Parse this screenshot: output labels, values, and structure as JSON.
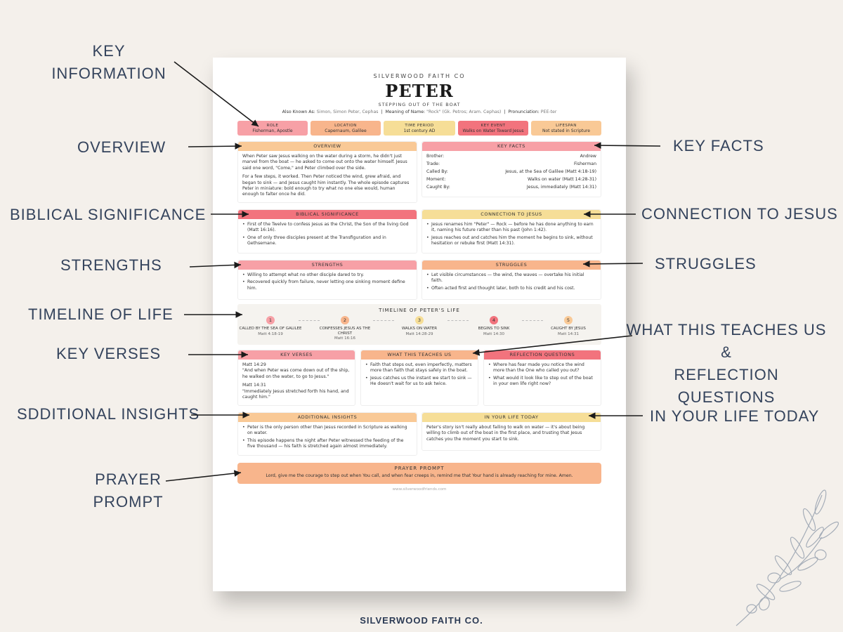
{
  "callouts": {
    "key_information_1": "KEY",
    "key_information_2": "INFORMATION",
    "overview": "OVERVIEW",
    "biblical_significance": "BIBLICAL SIGNIFICANCE",
    "strengths": "STRENGTHS",
    "timeline": "TIMELINE OF LIFE",
    "key_verses": "KEY VERSES",
    "additional_insights": "SDDITIONAL INSIGHTS",
    "prayer_1": "PRAYER",
    "prayer_2": "PROMPT",
    "key_facts": "KEY FACTS",
    "connection": "CONNECTION TO JESUS",
    "struggles": "STRUGGLES",
    "teaches_1": "WHAT THIS TEACHES US",
    "teaches_2": "&",
    "teaches_3": "REFLECTION QUESTIONS",
    "life_today": "IN YOUR LIFE TODAY"
  },
  "sheet": {
    "brand": "SILVERWOOD FAITH CO",
    "title": "PETER",
    "subtitle": "STEPPING OUT OF THE BOAT",
    "aka_label": "Also Known As:",
    "aka_value": "Simon, Simon Peter, Cephas",
    "sep": "|",
    "meaning_label": "Meaning of Name:",
    "meaning_value": "\"Rock\" (Gk. Petros; Aram. Cephas)",
    "pron_label": "Pronunciation:",
    "pron_value": "PEE-ter",
    "info": [
      {
        "label": "ROLE",
        "value": "Fisherman, Apostle"
      },
      {
        "label": "LOCATION",
        "value": "Capernaum, Galilee"
      },
      {
        "label": "TIME PERIOD",
        "value": "1st century AD"
      },
      {
        "label": "KEY EVENT",
        "value": "Walks on Water Toward Jesus"
      },
      {
        "label": "LIFESPAN",
        "value": "Not stated in Scripture"
      }
    ],
    "overview": {
      "title": "OVERVIEW",
      "p1": "When Peter saw Jesus walking on the water during a storm, he didn't just marvel from the boat — he asked to come out onto the water himself. Jesus said one word, \"Come,\" and Peter climbed over the side.",
      "p2": "For a few steps, it worked. Then Peter noticed the wind, grew afraid, and began to sink — and Jesus caught him instantly. The whole episode captures Peter in miniature: bold enough to try what no one else would, human enough to falter once he did."
    },
    "key_facts": {
      "title": "KEY FACTS",
      "rows": [
        {
          "k": "Brother:",
          "v": "Andrew"
        },
        {
          "k": "Trade:",
          "v": "Fisherman"
        },
        {
          "k": "Called By:",
          "v": "Jesus, at the Sea of Galilee (Matt 4:18-19)"
        },
        {
          "k": "Moment:",
          "v": "Walks on water (Matt 14:28-31)"
        },
        {
          "k": "Caught By:",
          "v": "Jesus, immediately (Matt 14:31)"
        }
      ]
    },
    "biblical": {
      "title": "BIBLICAL SIGNIFICANCE",
      "items": [
        "First of the Twelve to confess Jesus as the Christ, the Son of the living God (Matt 16:16).",
        "One of only three disciples present at the Transfiguration and in Gethsemane."
      ]
    },
    "connection": {
      "title": "CONNECTION TO JESUS",
      "items": [
        "Jesus renames him \"Peter\" — Rock — before he has done anything to earn it, naming his future rather than his past (John 1:42).",
        "Jesus reaches out and catches him the moment he begins to sink, without hesitation or rebuke first (Matt 14:31)."
      ]
    },
    "strengths": {
      "title": "STRENGTHS",
      "items": [
        "Willing to attempt what no other disciple dared to try.",
        "Recovered quickly from failure, never letting one sinking moment define him."
      ]
    },
    "struggles": {
      "title": "STRUGGLES",
      "items": [
        "Let visible circumstances — the wind, the waves — overtake his initial faith.",
        "Often acted first and thought later, both to his credit and his cost."
      ]
    },
    "timeline": {
      "title": "TIMELINE OF PETER'S LIFE",
      "steps": [
        {
          "n": "1",
          "label": "CALLED BY THE SEA OF GALILEE",
          "ref": "Matt 4:18-19"
        },
        {
          "n": "2",
          "label": "CONFESSES JESUS AS THE CHRIST",
          "ref": "Matt 16:16"
        },
        {
          "n": "3",
          "label": "WALKS ON WATER",
          "ref": "Matt 14:28-29"
        },
        {
          "n": "4",
          "label": "BEGINS TO SINK",
          "ref": "Matt 14:30"
        },
        {
          "n": "5",
          "label": "CAUGHT BY JESUS",
          "ref": "Matt 14:31"
        }
      ]
    },
    "verses": {
      "title": "KEY VERSES",
      "r1": "Matt 14:29",
      "t1": "\"And when Peter was come down out of the ship, he walked on the water, to go to Jesus.\"",
      "r2": "Matt 14:31",
      "t2": "\"Immediately Jesus stretched forth his hand, and caught him.\""
    },
    "teaches": {
      "title": "WHAT THIS TEACHES US",
      "items": [
        "Faith that steps out, even imperfectly, matters more than faith that stays safely in the boat.",
        "Jesus catches us the instant we start to sink — He doesn't wait for us to ask twice."
      ]
    },
    "reflection": {
      "title": "REFLECTION QUESTIONS",
      "items": [
        "Where has fear made you notice the wind more than the One who called you out?",
        "What would it look like to step out of the boat in your own life right now?"
      ]
    },
    "insights": {
      "title": "ADDITIONAL INSIGHTS",
      "items": [
        "Peter is the only person other than Jesus recorded in Scripture as walking on water.",
        "This episode happens the night after Peter witnessed the feeding of the five thousand — his faith is stretched again almost immediately."
      ]
    },
    "today": {
      "title": "IN YOUR LIFE TODAY",
      "text": "Peter's story isn't really about failing to walk on water — it's about being willing to climb out of the boat in the first place, and trusting that Jesus catches you the moment you start to sink."
    },
    "prayer": {
      "title": "PRAYER PROMPT",
      "text": "Lord, give me the courage to step out when You call, and when fear creeps in, remind me that Your hand is already reaching for mine. Amen."
    },
    "url": "www.silverwoodfriends.com"
  },
  "footer": "SILVERWOOD FAITH CO.",
  "colors": {
    "pink": "#f7a0a6",
    "peach": "#f8b58c",
    "yellow": "#f6de97",
    "coral": "#f2737d",
    "light_orange": "#f9c996",
    "callout_text": "#34435c"
  },
  "icons": [
    "olive-branch-illustration"
  ]
}
